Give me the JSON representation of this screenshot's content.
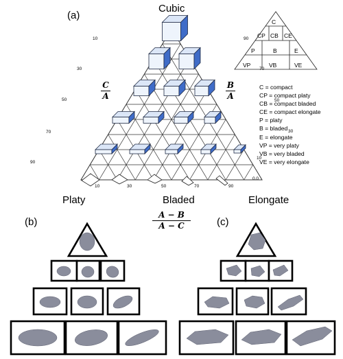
{
  "panel_labels": {
    "a": "(a)",
    "b": "(b)",
    "c": "(c)"
  },
  "vertices": {
    "top": "Cubic",
    "left": "Platy",
    "middle": "Bladed",
    "right": "Elongate"
  },
  "axes": {
    "left": {
      "num": "C",
      "den": "A"
    },
    "right": {
      "num": "B",
      "den": "A"
    },
    "bottom": {
      "num": "A − B",
      "den": "A − C"
    }
  },
  "tick_labels": {
    "left": [
      "10",
      "30",
      "50",
      "70",
      "90"
    ],
    "right": [
      "90",
      "70",
      "50",
      "30",
      "10",
      "0.0"
    ],
    "bottom": [
      "10",
      "30",
      "50",
      "70",
      "90"
    ]
  },
  "classification": {
    "rows": [
      [
        "C"
      ],
      [
        "CP",
        "CB",
        "CE"
      ],
      [
        "P",
        "B",
        "E"
      ],
      [
        "VP",
        "VB",
        "VE"
      ]
    ]
  },
  "legend": [
    "C = compact",
    "CP = compact platy",
    "CB = compact bladed",
    "CE = compact elongate",
    "P = platy",
    "B = bladed",
    "E = elongate",
    "VP = very platy",
    "VB = very bladed",
    "VE = very elongate"
  ],
  "colors": {
    "box_top": "#dbe6f7",
    "box_front": "#eef4fc",
    "box_side": "#3f6cc8",
    "particle": "#8a8d9c"
  }
}
